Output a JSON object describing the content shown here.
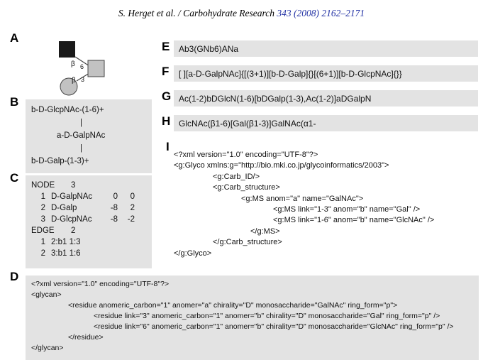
{
  "header": {
    "citation_prefix": "S. Herget et al. / Carbohydrate Research ",
    "citation_link": "343 (2008) 2162–2171"
  },
  "colors": {
    "box_gray": "#e3e3e3",
    "citation_blue": "#2433a5",
    "symbol_fill": "#c2c2c2",
    "symbol_black": "#1a1a1a"
  },
  "panel_a": {
    "label": "A",
    "linkage_top_anomer": "β",
    "linkage_top_position": "6",
    "linkage_bottom_anomer": "β",
    "linkage_bottom_position": "3",
    "symbols": {
      "black_square": "GlcNAc",
      "gray_square": "GalNAc",
      "gray_circle": "Gal"
    }
  },
  "panel_b": {
    "label": "B",
    "lines": [
      "b-D-GlcpNAc-(1-6)+",
      "|",
      "a-D-GalpNAc",
      "|",
      "b-D-Galp-(1-3)+"
    ]
  },
  "panel_c": {
    "label": "C",
    "node_keyword": "NODE",
    "node_count": "3",
    "nodes": [
      {
        "i": "1",
        "name": "D-GalpNAc",
        "x": "0",
        "y": "0"
      },
      {
        "i": "2",
        "name": "D-Galp",
        "x": "-8",
        "y": "2"
      },
      {
        "i": "3",
        "name": "D-GlcpNAc",
        "x": "-8",
        "y": "-2"
      }
    ],
    "edge_keyword": "EDGE",
    "edge_count": "2",
    "edges": [
      {
        "i": "1",
        "value": "2:b1 1:3"
      },
      {
        "i": "2",
        "value": "3:b1 1:6"
      }
    ]
  },
  "panel_d": {
    "label": "D",
    "lines": [
      "<?xml version=\"1.0\" encoding=\"UTF-8\"?>",
      "<glycan>",
      "<residue anomeric_carbon=\"1\" anomer=\"a\" chirality=\"D\" monosaccharide=\"GalNAc\" ring_form=\"p\">",
      "<residue link=\"3\" anomeric_carbon=\"1\" anomer=\"b\" chirality=\"D\" monosaccharide=\"Gal\" ring_form=\"p\" />",
      "<residue link=\"6\" anomeric_carbon=\"1\" anomer=\"b\" chirality=\"D\" monosaccharide=\"GlcNAc\" ring_form=\"p\" />",
      "</residue>",
      "</glycan>"
    ]
  },
  "panel_e": {
    "label": "E",
    "text": "Ab3(GNb6)ANa"
  },
  "panel_f": {
    "label": "F",
    "text": "[ ][a-D-GalpNAc]{[(3+1)][b-D-Galp]{}[(6+1)][b-D-GlcpNAc]{}}"
  },
  "panel_g": {
    "label": "G",
    "text": "Ac(1-2)bDGlcN(1-6)[bDGalp(1-3),Ac(1-2)]aDGalpN"
  },
  "panel_h": {
    "label": "H",
    "text": "GlcNAc(β1-6)[Gal(β1-3)]GalNAc(α1-"
  },
  "panel_i": {
    "label": "I",
    "lines": [
      "<?xml version=\"1.0\" encoding=\"UTF-8\"?>",
      "<g:Glyco xmlns:g=\"http://bio.mki.co.jp/glycoinformatics/2003\">",
      "<g:Carb_ID/>",
      "<g:Carb_structure>",
      "<g:MS anom=\"a\" name=\"GalNAc\">",
      "<g:MS link=\"1-3\" anom=\"b\" name=\"Gal\" />",
      "<g:MS link=\"1-6\" anom=\"b\" name=\"GlcNAc\" />",
      "</g:MS>",
      "</g:Carb_structure>",
      "</g:Glyco>"
    ]
  }
}
